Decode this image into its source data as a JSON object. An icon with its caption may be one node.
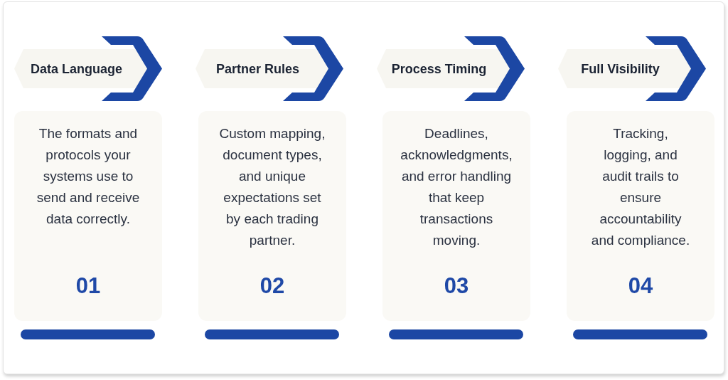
{
  "diagram": {
    "nodes": [
      {
        "text": [
          "Data Language"
        ]
      },
      {
        "text": [
          "Partner Rules"
        ]
      },
      {
        "text": [
          "Process Timing"
        ]
      },
      {
        "text": [
          "Full Visibility"
        ]
      },
      {
        "text": [
          "The formats and protocols your systems use to send and receive data correctly.",
          "01"
        ]
      },
      {
        "text": [
          "Custom mapping, document types, and unique expectations set by each trading partner.",
          "02"
        ]
      },
      {
        "text": [
          "Deadlines, acknowledgments, and error handling that keep transactions moving.",
          "03"
        ]
      },
      {
        "text": [
          "Tracking, logging, and audit trails to ensure accountability and compliance.",
          "04"
        ]
      }
    ]
  }
}
